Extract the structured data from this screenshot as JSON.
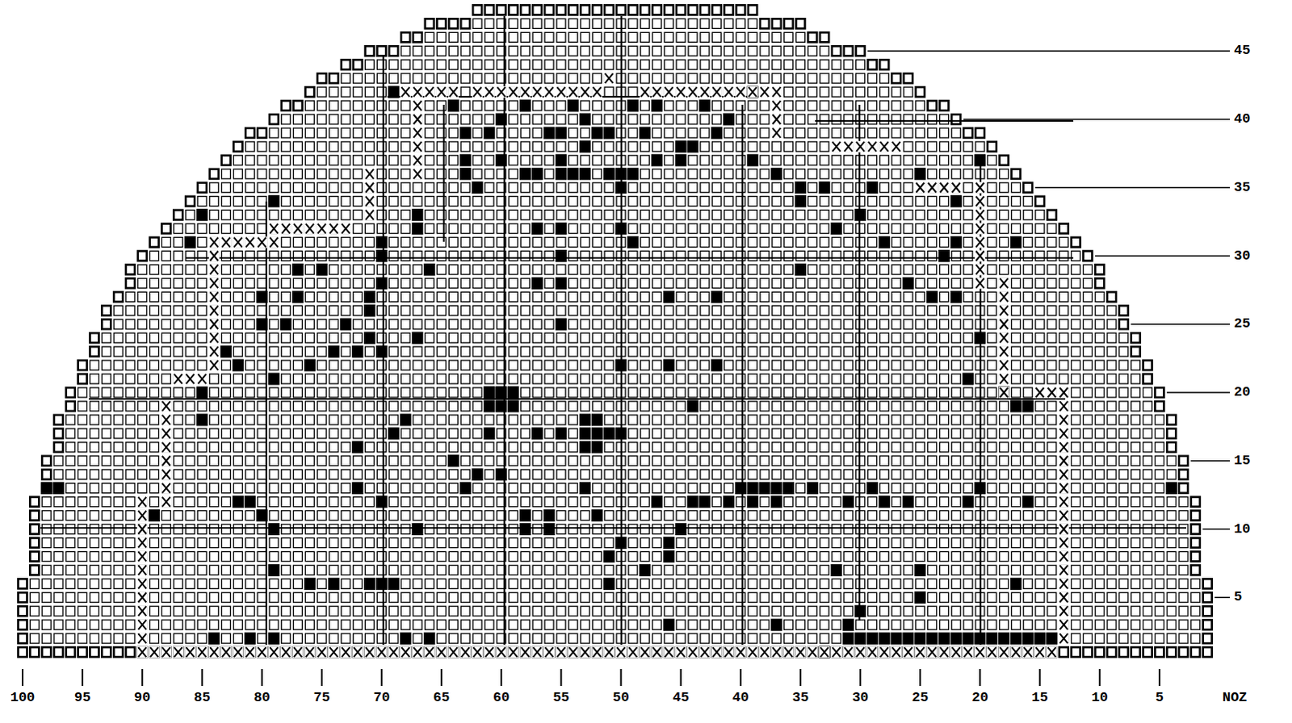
{
  "diagram": {
    "labels": [
      "100",
      "95",
      "90",
      "85",
      "80",
      "75",
      "70",
      "65",
      "60",
      "55",
      "50",
      "45",
      "40",
      "35",
      "30",
      "25",
      "20",
      "15",
      "10",
      "5",
      "NOZ",
      "45",
      "40",
      "35",
      "30",
      "25",
      "20",
      "15",
      "10",
      "5"
    ]
  }
}
